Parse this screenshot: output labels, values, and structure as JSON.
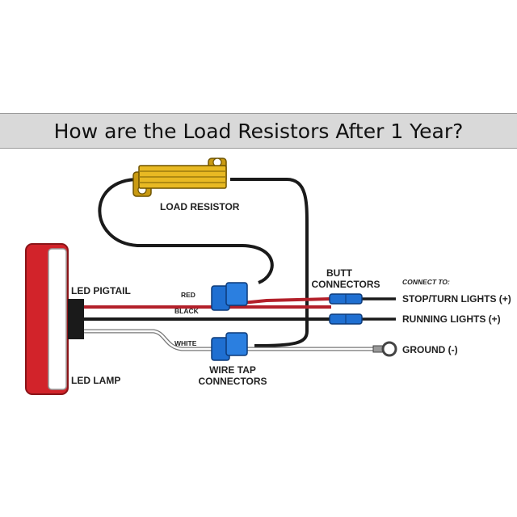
{
  "banner": {
    "title": "How are the Load Resistors After 1 Year?"
  },
  "labels": {
    "load_resistor": "LOAD RESISTOR",
    "led_pigtail": "LED PIGTAIL",
    "led_lamp": "LED LAMP",
    "red": "RED",
    "black": "BLACK",
    "white": "WHITE",
    "butt_connectors_1": "BUTT",
    "butt_connectors_2": "CONNECTORS",
    "wire_tap_1": "WIRE TAP",
    "wire_tap_2": "CONNECTORS",
    "connect_to": "CONNECT TO:",
    "stop_turn": "STOP/TURN LIGHTS (+)",
    "running": "RUNNING LIGHTS (+)",
    "ground": "GROUND (-)"
  },
  "colors": {
    "banner_bg": "#d9d9d9",
    "lamp_red": "#d2232a",
    "resistor_gold": "#e8b923",
    "connector_blue": "#1f6fd1",
    "wire_red": "#b3202a",
    "wire_black": "#1a1a1a"
  }
}
